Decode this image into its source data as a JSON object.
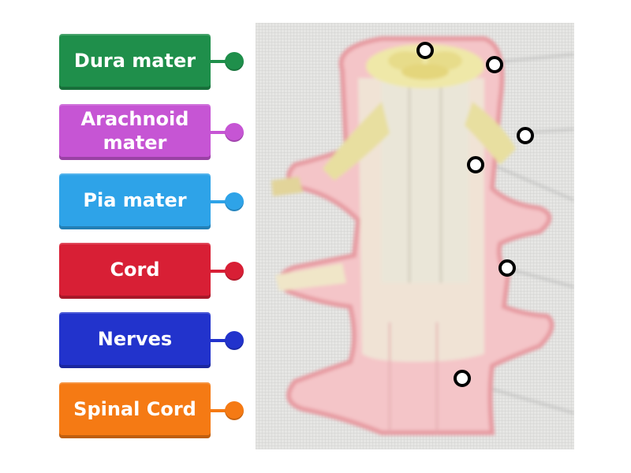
{
  "labels": [
    {
      "text": "Dura mater",
      "color": "#1f8f4b",
      "pin_color": "#1f8f4b"
    },
    {
      "text": "Arachnoid mater",
      "color": "#c655d4",
      "pin_color": "#c655d4"
    },
    {
      "text": "Pia mater",
      "color": "#2ea3e8",
      "pin_color": "#2ea3e8"
    },
    {
      "text": "Cord",
      "color": "#d81f35",
      "pin_color": "#d81f35"
    },
    {
      "text": "Nerves",
      "color": "#2233cc",
      "pin_color": "#2233cc"
    },
    {
      "text": "Spinal Cord",
      "color": "#f57a14",
      "pin_color": "#f57a14"
    }
  ],
  "drop_targets": 6
}
